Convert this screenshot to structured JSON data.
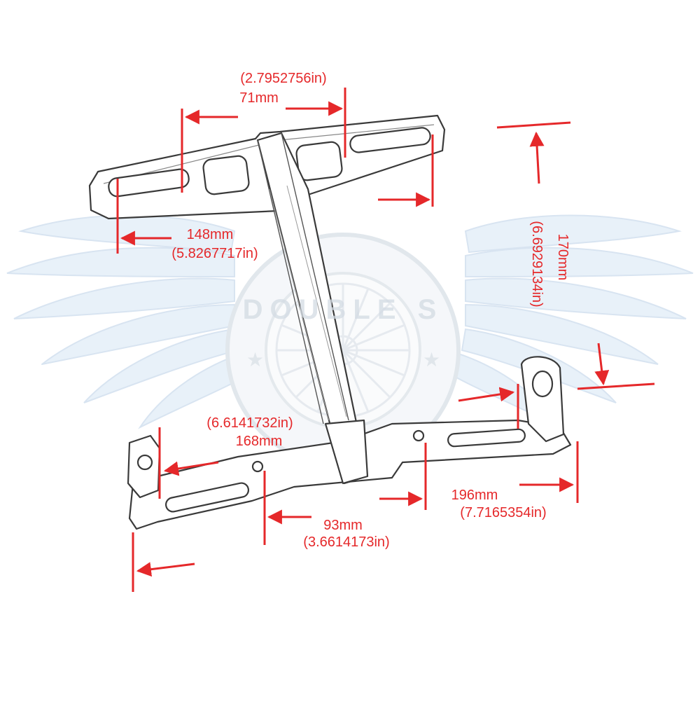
{
  "colors": {
    "dimension": "#e5282a",
    "outline": "#3a3a3a",
    "watermark": "#c9dcef"
  },
  "watermark": {
    "text": "DOUBLE S",
    "icon": "winged-wheel-logo"
  },
  "dimensions": {
    "top_slot": {
      "imperial": "(2.7952756in)",
      "metric": "71mm"
    },
    "top_width": {
      "metric": "148mm",
      "imperial": "(5.8267717in)"
    },
    "height": {
      "metric": "170mm",
      "imperial": "(6.6929134in)"
    },
    "base_inner": {
      "imperial": "(6.6141732in)",
      "metric": "168mm"
    },
    "base_holes": {
      "metric": "93mm",
      "imperial": "(3.6614173in)"
    },
    "base_total": {
      "metric": "196mm",
      "imperial": "(7.7165354in)"
    }
  }
}
